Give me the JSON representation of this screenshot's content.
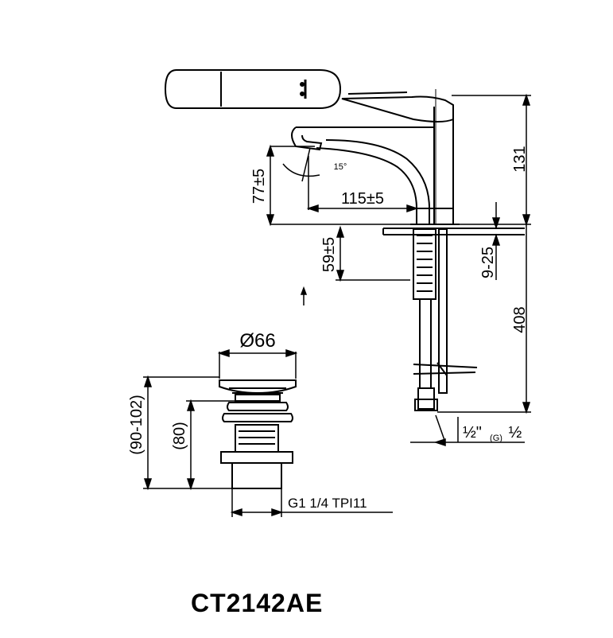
{
  "model_code": "CT2142AE",
  "dimensions": {
    "overall_height": "131",
    "spout_height": "77±5",
    "spout_reach": "115±5",
    "handle_angle": "15°",
    "below_deck_tail": "59±5",
    "deck_thickness": "9-25",
    "hose_length": "408",
    "connection_size_left": "½\"",
    "connection_size_mid": "(G)",
    "connection_size_right": "½",
    "drain_diameter": "Ø66",
    "drain_height_range": "(90-102)",
    "drain_height": "(80)",
    "drain_thread": "G1 1/4 TPI11"
  },
  "colors": {
    "line": "#000000",
    "background": "#ffffff"
  }
}
